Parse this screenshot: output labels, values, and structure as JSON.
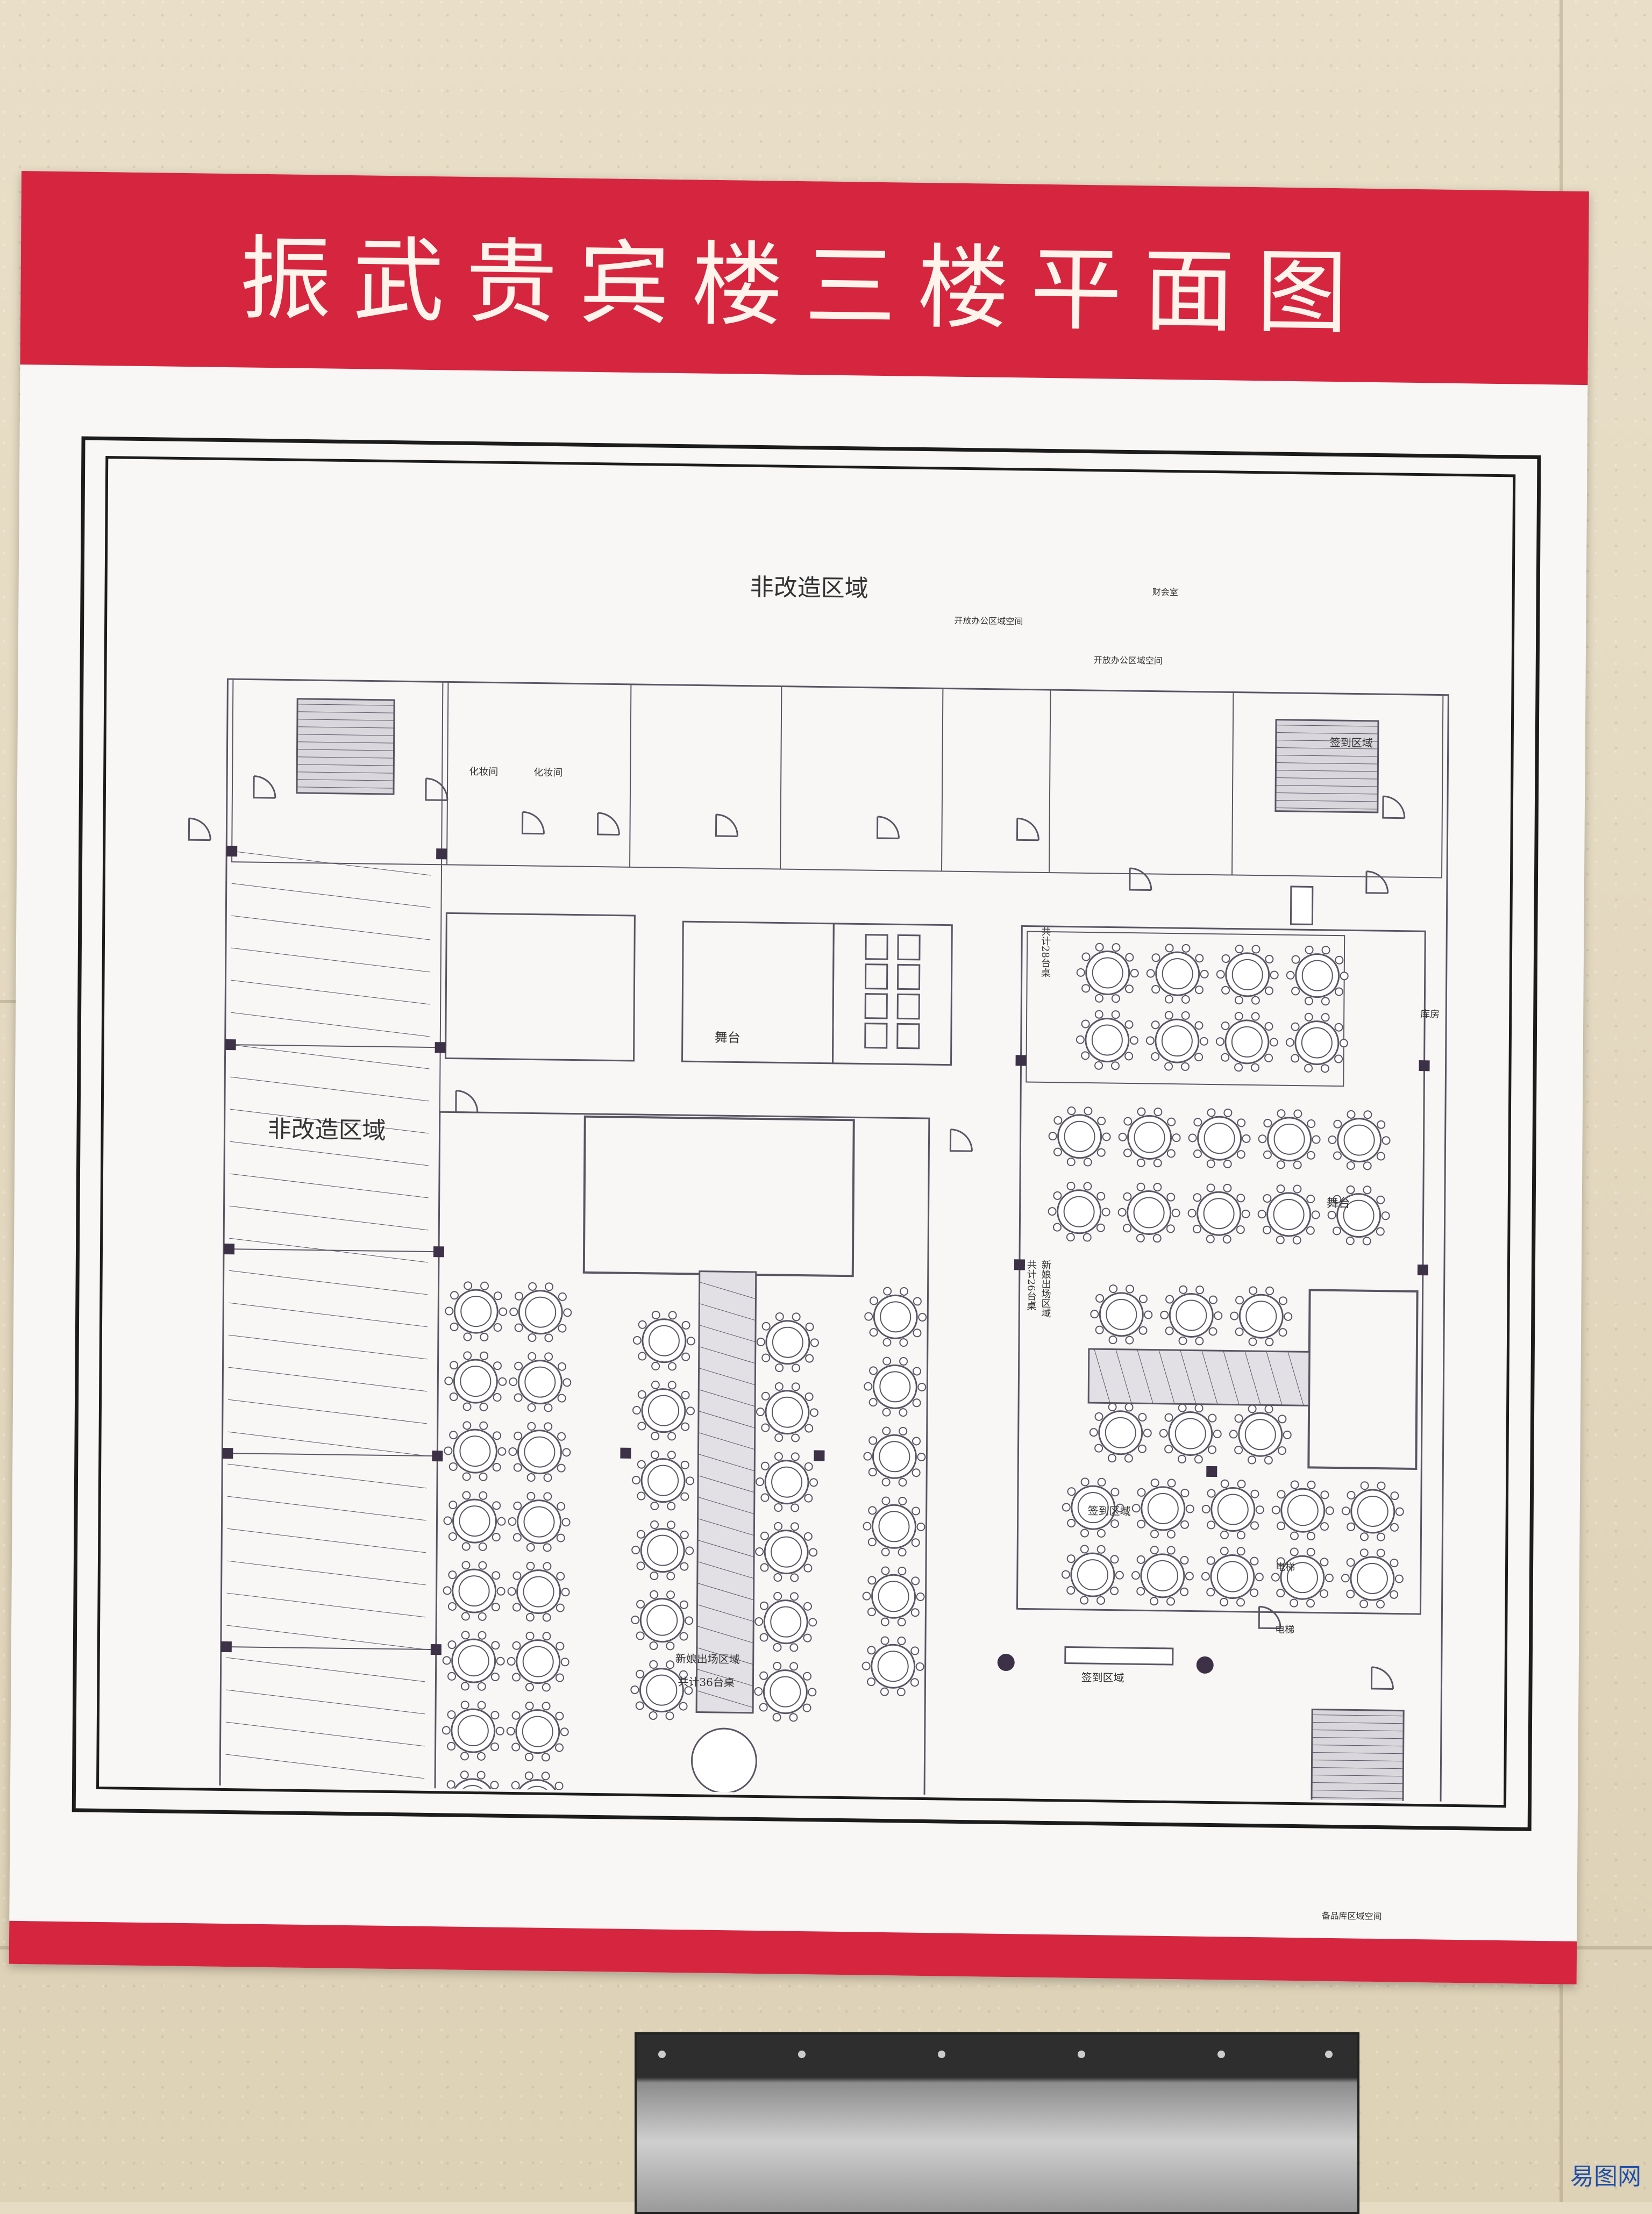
{
  "sign": {
    "title": "振武贵宾楼三楼平面图"
  },
  "plan": {
    "areas": {
      "non_renovated_top": "非改造区域",
      "non_renovated_left": "非改造区域",
      "stage_main": "舞台",
      "stage_right": "舞台",
      "checkin_1": "签到区域",
      "checkin_2": "签到区域",
      "checkin_3": "签到区域",
      "makeup_1": "化妆间",
      "makeup_2": "化妆间",
      "storage": "库房",
      "office": "财会室",
      "open_office_1": "开放办公区域空间",
      "open_office_2": "开放办公区域空间",
      "elevator_1": "电梯",
      "elevator_2": "电梯",
      "hall_main_caption": "新娘出场区域",
      "hall_main_count": "共计36台桌",
      "hall_right_caption": "新娘出场区域",
      "hall_right_count": "共计26台桌",
      "hall_top_right_count": "共计28台桌",
      "spare_space": "备品库区域空间"
    },
    "colors": {
      "ink": "#5a5563",
      "table_fill": "#ffffff",
      "stair_fill": "#d9d6dc",
      "pillar": "#3d3147"
    }
  },
  "watermark": {
    "text": "易图网"
  }
}
